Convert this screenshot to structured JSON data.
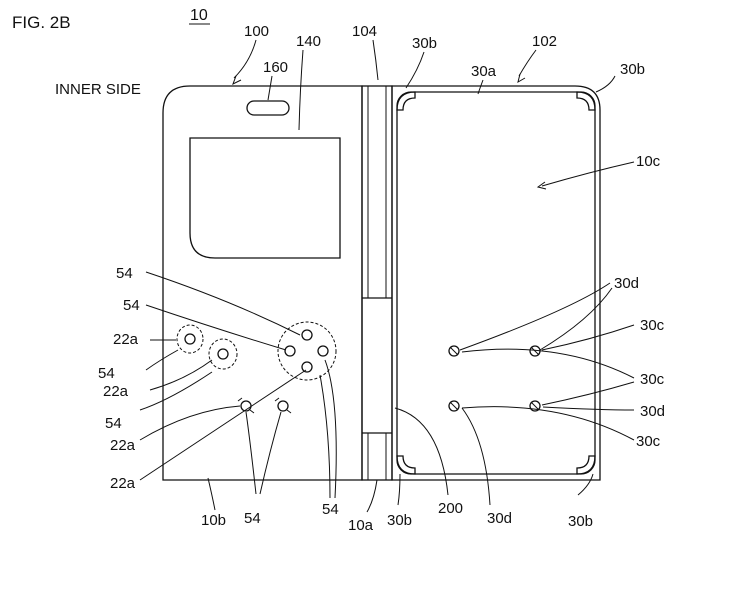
{
  "figure_label": "FIG. 2B",
  "figure_number": "10",
  "side_label": "INNER SIDE",
  "labels": {
    "l100": "100",
    "l140": "140",
    "l104": "104",
    "l30b_top_mid": "30b",
    "l102": "102",
    "l160": "160",
    "l30a": "30a",
    "l30b_top_right": "30b",
    "l10c": "10c",
    "l54_a": "54",
    "l54_b": "54",
    "l22a_a": "22a",
    "l54_c": "54",
    "l22a_b": "22a",
    "l54_d": "54",
    "l22a_c": "22a",
    "l22a_d": "22a",
    "l30d_top": "30d",
    "l30c_a": "30c",
    "l30c_b": "30c",
    "l30d_right": "30d",
    "l30c_c": "30c",
    "l10b": "10b",
    "l54_bottom_left": "54",
    "l54_bottom_right": "54",
    "l10a": "10a",
    "l30b_bottom_mid": "30b",
    "l200": "200",
    "l30d_bottom": "30d",
    "l30b_bottom_right": "30b"
  }
}
